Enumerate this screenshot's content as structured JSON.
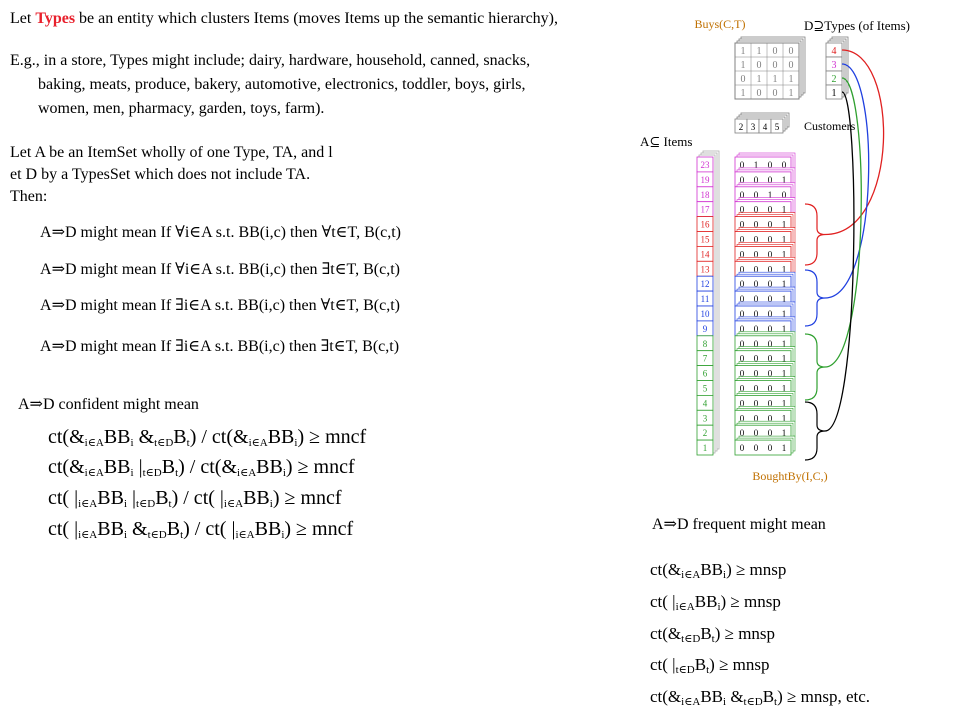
{
  "intro": {
    "line1_pre": "Let ",
    "line1_key": "Types",
    "line1_post": " be an entity which clusters Items (moves Items up the semantic hierarchy),",
    "eg1": "E.g., in a store, Types might include; dairy, hardware, household, canned, snacks,",
    "eg2": "baking, meats, produce, bakery, automotive, electronics, toddler, boys, girls,",
    "eg3": "women, men, pharmacy, garden, toys, farm).",
    "let1": "Let A be an ItemSet wholly of one Type, TA, and l",
    "let2": "et D by a TypesSet which does not include TA.",
    "then": "Then:"
  },
  "rules": [
    {
      "lhs": "A",
      "arrow": "⇒",
      "rhs": "D might mean If ",
      "q1": "∀",
      "mid": "i∈A s.t. BB(i,c) then ",
      "q2": "∀",
      "end": "t∈T, B(c,t)"
    },
    {
      "lhs": "A",
      "arrow": "⇒",
      "rhs": "D might mean If ",
      "q1": "∀",
      "mid": "i∈A s.t. BB(i,c) then ",
      "q2": "∃",
      "end": "t∈T, B(c,t)"
    },
    {
      "lhs": "A",
      "arrow": "⇒",
      "rhs": "D might mean If ",
      "q1": "∃",
      "mid": "i∈A s.t. BB(i,c) then ",
      "q2": "∀",
      "end": "t∈T, B(c,t)"
    },
    {
      "lhs": "A",
      "arrow": "⇒",
      "rhs": "D might mean If ",
      "q1": "∃",
      "mid": "i∈A s.t. BB(i,c) then ",
      "q2": "∃",
      "end": "t∈T, B(c,t)"
    }
  ],
  "confident": {
    "heading": "A⇒D confident might mean",
    "formulas": [
      {
        "a": "ct(&",
        "s1": "i∈A",
        "b": "BB",
        "s2": "i",
        "c": " &",
        "s3": "t∈D",
        "d": "B",
        "s4": "t",
        "e": ") / ct(&",
        "s5": "i∈A",
        "f": "BB",
        "s6": "i",
        "g": ")  ≥ mncf"
      },
      {
        "a": "ct(&",
        "s1": "i∈A",
        "b": "BB",
        "s2": "i",
        "c": "  |",
        "s3": "t∈D",
        "d": "B",
        "s4": "t",
        "e": ") / ct(&",
        "s5": "i∈A",
        "f": "BB",
        "s6": "i",
        "g": ")  ≥ mncf"
      },
      {
        "a": "ct( |",
        "s1": "i∈A",
        "b": "BB",
        "s2": "i",
        "c": "  |",
        "s3": "t∈D",
        "d": "B",
        "s4": "t",
        "e": ") / ct( |",
        "s5": "i∈A",
        "f": "BB",
        "s6": "i",
        "g": ")  ≥ mncf"
      },
      {
        "a": "ct( |",
        "s1": "i∈A",
        "b": "BB",
        "s2": "i",
        "c": " &",
        "s3": "t∈D",
        "d": "B",
        "s4": "t",
        "e": ") / ct( |",
        "s5": "i∈A",
        "f": "BB",
        "s6": "i",
        "g": ")  ≥ mncf"
      }
    ]
  },
  "frequent": {
    "heading": "A⇒D frequent might mean",
    "formulas": [
      {
        "a": "ct(&",
        "s1": "i∈A",
        "b": "BB",
        "s2": "i",
        "c": ")  ≥ mnsp"
      },
      {
        "a": "ct( |",
        "s1": "i∈A",
        "b": "BB",
        "s2": "i",
        "c": ")  ≥ mnsp"
      },
      {
        "a": "ct(&",
        "s1": "t∈D",
        "b": "B",
        "s2": "t",
        "c": ")  ≥ mnsp"
      },
      {
        "a": "ct( |",
        "s1": "t∈D",
        "b": "B",
        "s2": "t",
        "c": ")  ≥ mnsp"
      },
      {
        "a": "ct(&",
        "s1": "i∈A",
        "b": "BB",
        "s2": "i",
        "c": "  &",
        "s3": "t∈D",
        "d": "B",
        "s4": "t",
        "e": ")  ≥ mnsp, etc."
      }
    ]
  },
  "diagram": {
    "buys_label": "Buys(C,T)",
    "types_label": "D⊇Types (of Items)",
    "customers_label": "Customers",
    "items_label": "A⊆ Items",
    "boughtby_label": "BoughtBy(I,C,)",
    "buys_rows": [
      [
        "1",
        "1",
        "0",
        "0"
      ],
      [
        "1",
        "0",
        "0",
        "0"
      ],
      [
        "0",
        "1",
        "1",
        "1"
      ],
      [
        "1",
        "0",
        "0",
        "1"
      ]
    ],
    "types_ids": [
      "4",
      "3",
      "2",
      "1"
    ],
    "customer_ids": [
      "2",
      "3",
      "4",
      "5"
    ],
    "item_ids": [
      "23",
      "19",
      "18",
      "17",
      "16",
      "15",
      "14",
      "13",
      "12",
      "11",
      "10",
      "9",
      "8",
      "7",
      "6",
      "5",
      "4",
      "3",
      "2",
      "1"
    ],
    "bb_rows": [
      [
        "0",
        "1",
        "0",
        "0"
      ],
      [
        "0",
        "0",
        "0",
        "1"
      ],
      [
        "0",
        "0",
        "1",
        "0"
      ],
      [
        "0",
        "0",
        "0",
        "1"
      ],
      [
        "0",
        "0",
        "0",
        "1"
      ],
      [
        "0",
        "0",
        "0",
        "1"
      ],
      [
        "0",
        "0",
        "0",
        "1"
      ],
      [
        "0",
        "0",
        "0",
        "1"
      ],
      [
        "0",
        "0",
        "0",
        "1"
      ],
      [
        "0",
        "0",
        "0",
        "1"
      ],
      [
        "0",
        "0",
        "0",
        "1"
      ],
      [
        "0",
        "0",
        "0",
        "1"
      ],
      [
        "0",
        "0",
        "0",
        "1"
      ],
      [
        "0",
        "0",
        "0",
        "1"
      ],
      [
        "0",
        "0",
        "0",
        "1"
      ],
      [
        "0",
        "0",
        "0",
        "1"
      ],
      [
        "0",
        "0",
        "0",
        "1"
      ],
      [
        "0",
        "0",
        "0",
        "1"
      ],
      [
        "0",
        "0",
        "0",
        "1"
      ],
      [
        "0",
        "0",
        "0",
        "1"
      ]
    ],
    "colors": {
      "magenta": "#d030d0",
      "red": "#e02020",
      "green": "#30a030",
      "blue": "#2040e0",
      "black": "#000000",
      "buys": "#808080"
    }
  }
}
